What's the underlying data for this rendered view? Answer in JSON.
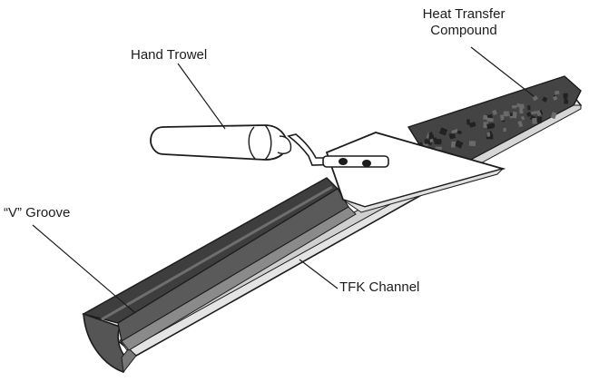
{
  "labels": {
    "heat_transfer_line1": "Heat Transfer",
    "heat_transfer_line2": "Compound",
    "hand_trowel": "Hand Trowel",
    "v_groove": "“V” Groove",
    "tfk_channel": "TFK Channel"
  },
  "colors": {
    "groove_dark": "#4a4a4a",
    "channel_light": "#dedede",
    "outline": "#1c1c1c",
    "compound": "#3a3a3a",
    "trowel_blade": "#ffffff",
    "end_face": "#555555"
  }
}
